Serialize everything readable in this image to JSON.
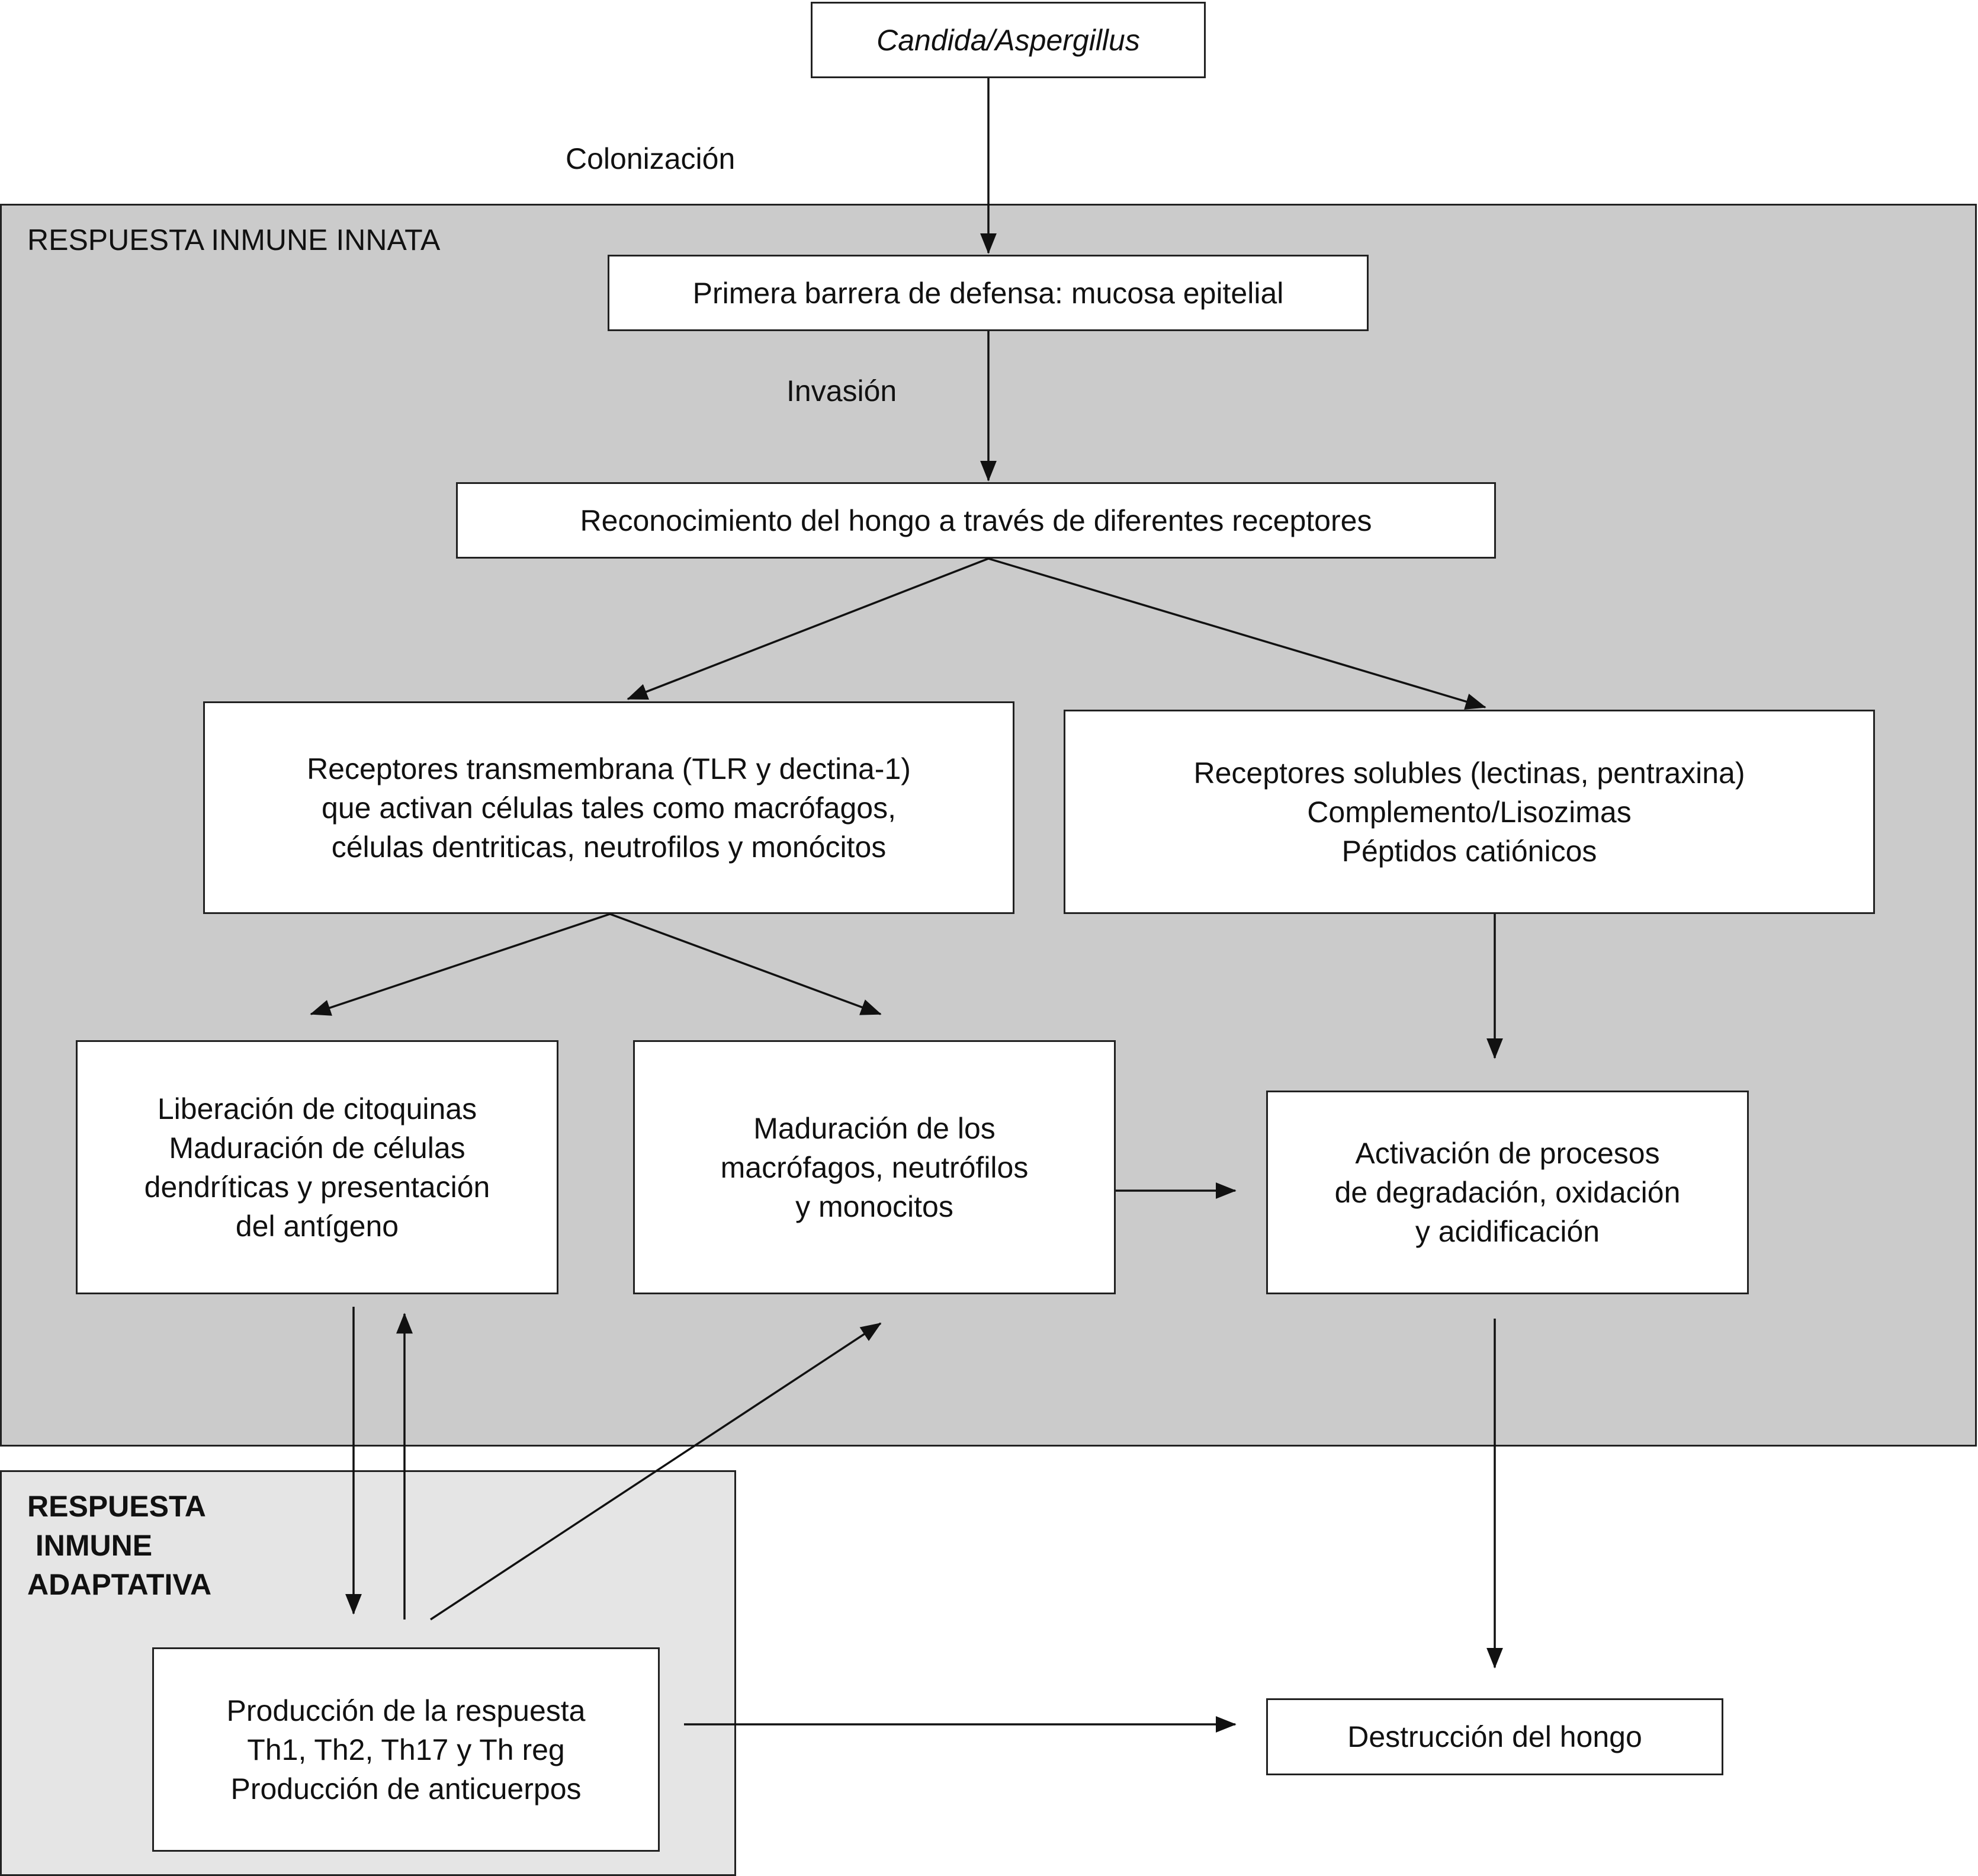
{
  "regions": {
    "innate_title": "RESPUESTA INMUNE INNATA",
    "adaptive_title_lines": [
      "RESPUESTA",
      " INMUNE",
      "ADAPTATIVA"
    ],
    "innate_fill": "#cbcbcb",
    "adaptive_fill": "#e5e5e5"
  },
  "edge_labels": {
    "colonization": "Colonización",
    "invasion": "Invasión"
  },
  "nodes": {
    "pathogen": "Candida/Aspergillus",
    "barrier": "Primera barrera de defensa: mucosa epitelial",
    "recognition": "Reconocimiento del hongo a través de diferentes receptores",
    "transmembrane": [
      "Receptores transmembrana (TLR y dectina-1)",
      "que activan células tales como macrófagos,",
      "células dentriticas, neutrofilos y monócitos"
    ],
    "soluble": [
      "Receptores solubles (lectinas, pentraxina)",
      "Complemento/Lisozimas",
      "Péptidos catiónicos"
    ],
    "cytokines": [
      "Liberación de citoquinas",
      "Maduración de células",
      "dendríticas y presentación",
      "del antígeno"
    ],
    "maturation": [
      "Maduración de los",
      "macrófagos, neutrófilos",
      "y monocitos"
    ],
    "activation": [
      "Activación de procesos",
      "de degradación, oxidación",
      "y acidificación"
    ],
    "production": [
      "Producción de la respuesta",
      "Th1, Th2, Th17 y Th reg",
      "Producción de anticuerpos"
    ],
    "destruction": "Destrucción del hongo"
  }
}
